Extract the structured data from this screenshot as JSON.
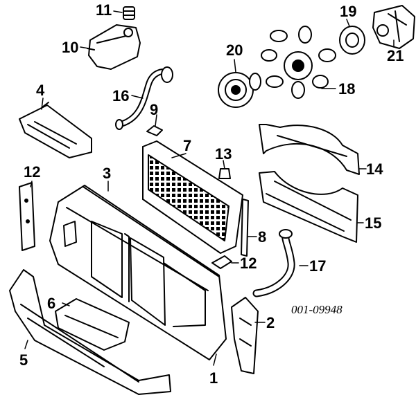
{
  "diagram": {
    "drawing_code": "001-09948",
    "callouts": [
      "1",
      "2",
      "3",
      "4",
      "5",
      "6",
      "7",
      "8",
      "9",
      "10",
      "11",
      "12",
      "12",
      "13",
      "14",
      "15",
      "16",
      "17",
      "18",
      "19",
      "20",
      "21"
    ]
  },
  "colors": {
    "ink": "#000000",
    "paper": "#ffffff"
  }
}
